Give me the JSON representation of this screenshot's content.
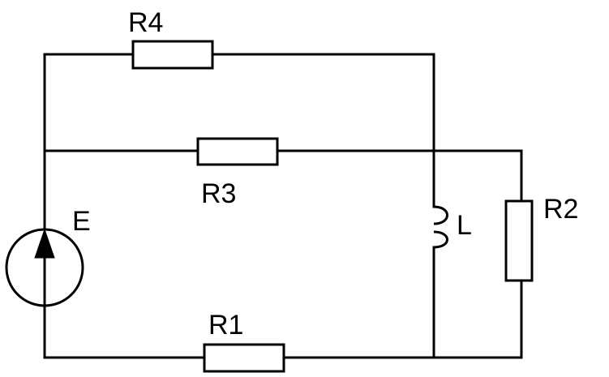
{
  "diagram": {
    "labels": {
      "r4": "R4",
      "r3": "R3",
      "r2": "R2",
      "r1": "R1",
      "e": "E",
      "l": "L"
    }
  }
}
